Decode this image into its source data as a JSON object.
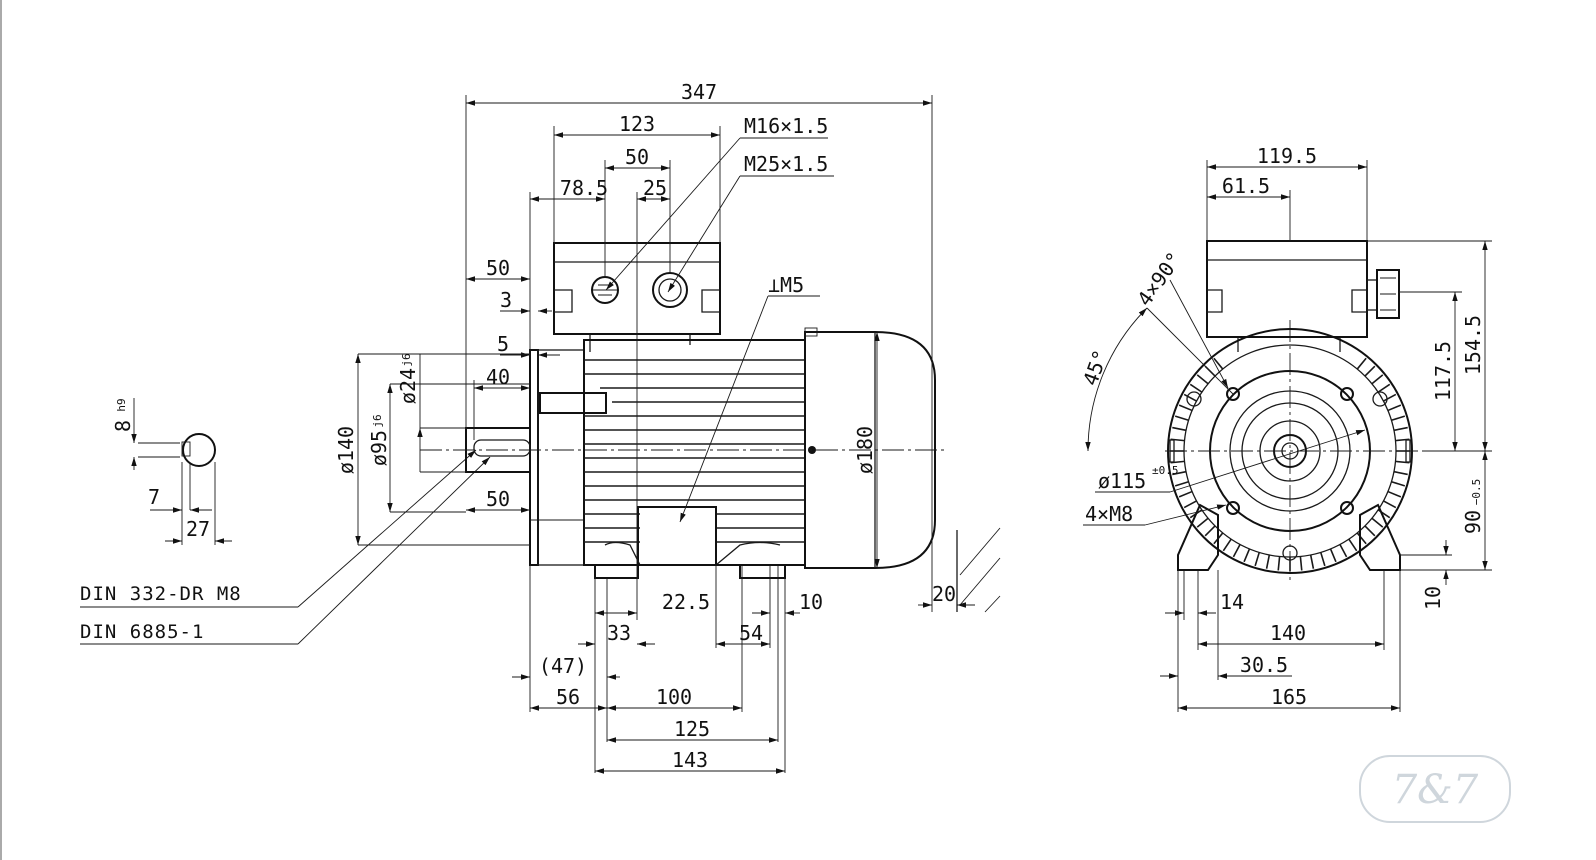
{
  "side_view": {
    "overall_length": "347",
    "terminal_box_width": "123",
    "gland_spacing": "50",
    "box_offset": "78.5",
    "gland_offset": "25",
    "thread_m16": "M16×1.5",
    "thread_m25": "M25×1.5",
    "shaft_length": "50",
    "flange_3": "3",
    "flange_5": "5",
    "key_length": "40",
    "shaft_dia": "ø24",
    "shaft_tol": "j6",
    "spigot_dia": "ø95",
    "spigot_tol": "j6",
    "flange_dia": "ø140",
    "frame_dia": "ø180",
    "earth_thread": "⊥M5",
    "shaft_length_lower": "50",
    "fan_clearance": "20",
    "foot_22_5": "22.5",
    "foot_10": "10",
    "foot_33": "33",
    "foot_54": "54",
    "foot_47": "(47)",
    "foot_56": "56",
    "foot_100": "100",
    "foot_125": "125",
    "foot_143": "143"
  },
  "shaft_section": {
    "key_width": "8",
    "key_tol": "h9",
    "key_depth": "7",
    "section_height": "27"
  },
  "notes": {
    "din_332": "DIN 332-DR M8",
    "din_6885": "DIN 6885-1"
  },
  "end_view": {
    "box_width": "119.5",
    "box_half": "61.5",
    "box_height": "154.5",
    "gland_height": "117.5",
    "shaft_height": "90",
    "shaft_height_tol": "−0.5",
    "angle_4x90": "4×90°",
    "angle_45": "45°",
    "spigot_dia": "ø115",
    "spigot_tol": "±0.5",
    "holes": "4×M8",
    "foot_14": "14",
    "foot_10": "10",
    "foot_140": "140",
    "foot_30_5": "30.5",
    "foot_165": "165"
  },
  "watermark": "7&7"
}
